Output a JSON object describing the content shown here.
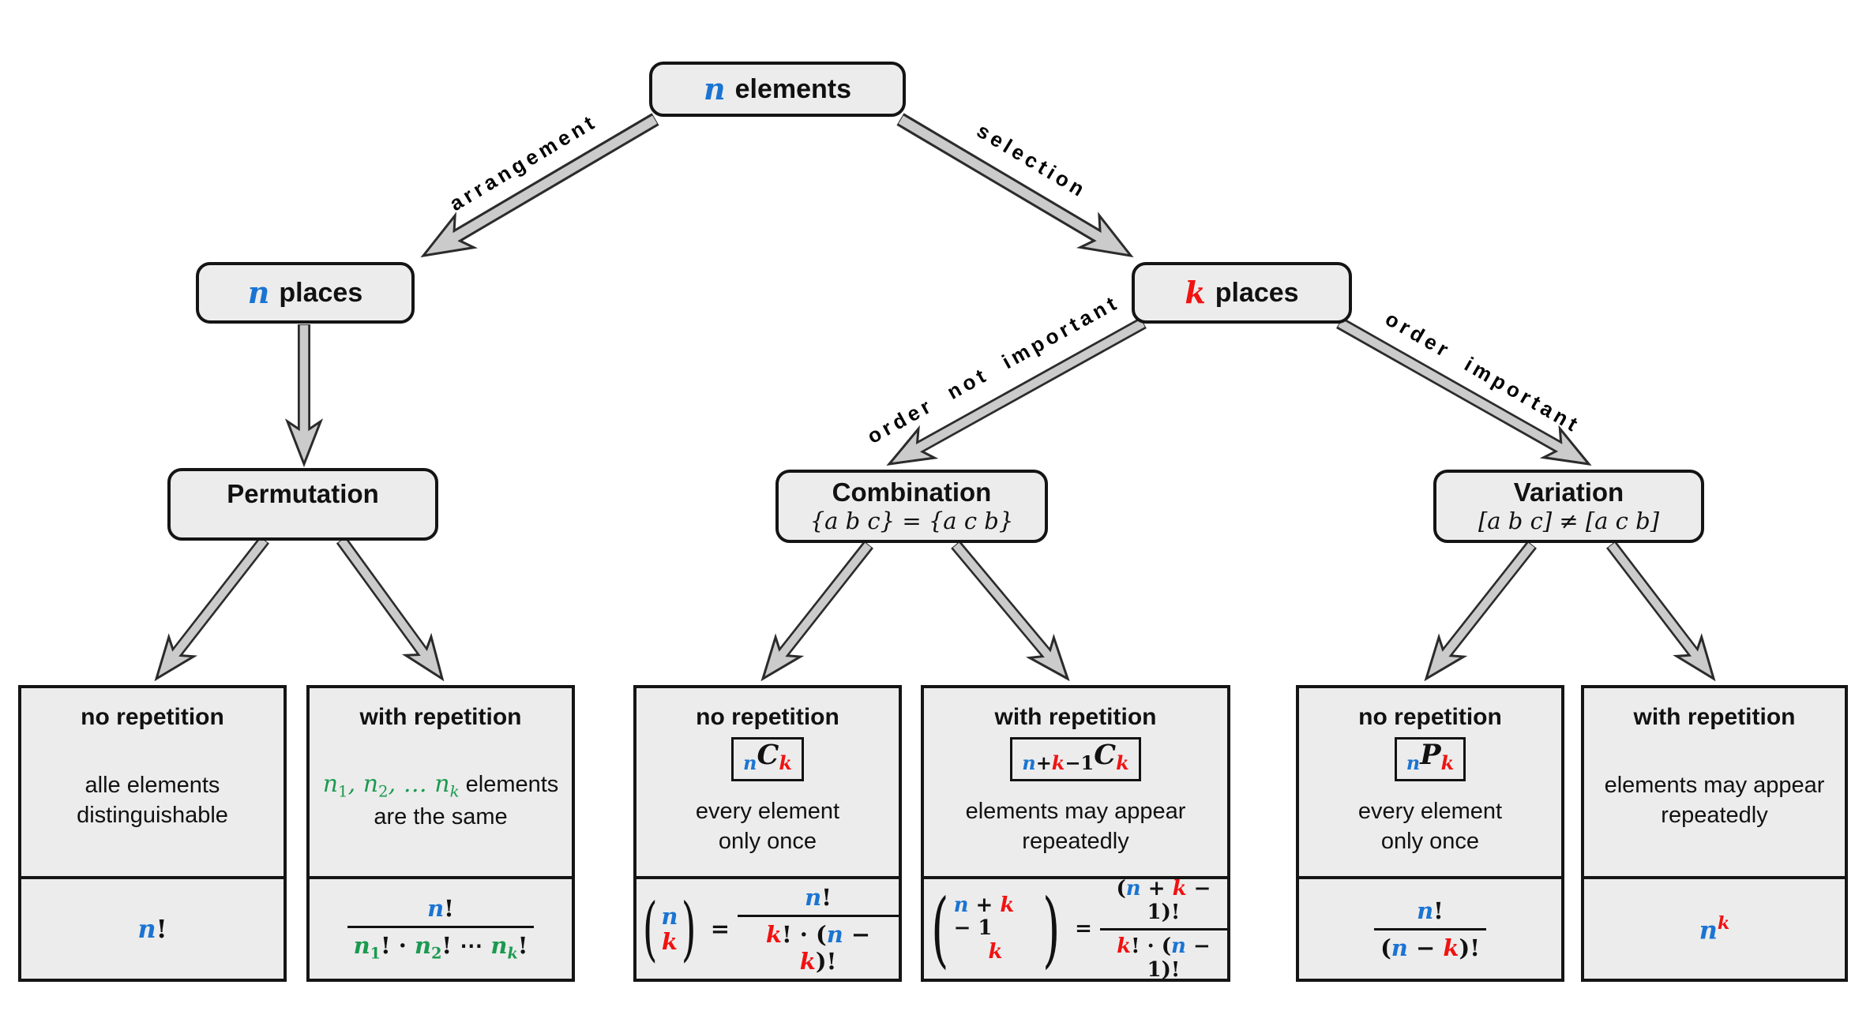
{
  "palette": {
    "blue": "#1a74d2",
    "red": "#f11212",
    "green": "#1b9a50",
    "box_fill": "#ececec",
    "box_border": "#141414",
    "arrow_fill": "#cbcbcb",
    "arrow_outline": "#2b2b2b"
  },
  "nodes": {
    "root": {
      "var": "n",
      "label": "elements"
    },
    "n_places": {
      "var": "n",
      "label": "places"
    },
    "k_places": {
      "var": "k",
      "label": "places"
    },
    "permutation": {
      "title": "Permutation"
    },
    "combination": {
      "title": "Combination",
      "example": "{a b c} = {a c b}"
    },
    "variation": {
      "title": "Variation",
      "example": "[a b c] ≠ [a c b]"
    }
  },
  "edges": {
    "arrangement": "arrangement",
    "selection": "selection",
    "order_not_important": "order not important",
    "order_important": "order important"
  },
  "leaves": [
    {
      "title": "no repetition",
      "desc1": "alle elements",
      "desc2": "distinguishable",
      "f_n": "n",
      "f_bang": "!"
    },
    {
      "title": "with repetition",
      "dn1": "n",
      "ds1": "1",
      "dc1": ", ",
      "dn2": "n",
      "ds2": "2",
      "dc2": ", … ",
      "dnk": "n",
      "dsk": "k",
      "drest": "elements",
      "desc2": "are the same",
      "num_n": "n",
      "num_bang": "!",
      "den_n1": "n",
      "den_s1": "1",
      "den_b1": "! · ",
      "den_n2": "n",
      "den_s2": "2",
      "den_b2": "! ⋯ ",
      "den_nk": "n",
      "den_sk": "k",
      "den_b3": "!"
    },
    {
      "title": "no repetition",
      "sym_pre": "n",
      "sym_op": "C",
      "sym_post": "k",
      "desc1": "every element",
      "desc2": "only once",
      "b_top": "n",
      "b_bot": "k",
      "eq": "=",
      "num_n": "n",
      "num_bang": "!",
      "den_k": "k",
      "den_m1": "! · (",
      "den_n": "n",
      "den_m2": " − ",
      "den_k2": "k",
      "den_m3": ")!"
    },
    {
      "title": "with repetition",
      "sym_n": "n",
      "sym_plus": "+",
      "sym_k": "k",
      "sym_m1": "−1",
      "sym_op": "C",
      "sym_post": "k",
      "desc1": "elements may appear",
      "desc2": "repeatedly",
      "bt_n": "n",
      "bt_plus": " + ",
      "bt_k": "k",
      "bt_rest": " − 1",
      "b_bot": "k",
      "eq": "=",
      "num_p1": "(",
      "num_n": "n",
      "num_plus": " + ",
      "num_k": "k",
      "num_p2": " − 1)!",
      "den_k": "k",
      "den_m1": "! · (",
      "den_n": "n",
      "den_m2": " − 1)!"
    },
    {
      "title": "no repetition",
      "sym_pre": "n",
      "sym_op": "P",
      "sym_post": "k",
      "desc1": "every element",
      "desc2": "only once",
      "num_n": "n",
      "num_bang": "!",
      "den_p1": "(",
      "den_n": "n",
      "den_m": " − ",
      "den_k": "k",
      "den_p2": ")!"
    },
    {
      "title": "with repetition",
      "desc1": "elements may appear",
      "desc2": "repeatedly",
      "f_n": "n",
      "f_k": "k"
    }
  ]
}
